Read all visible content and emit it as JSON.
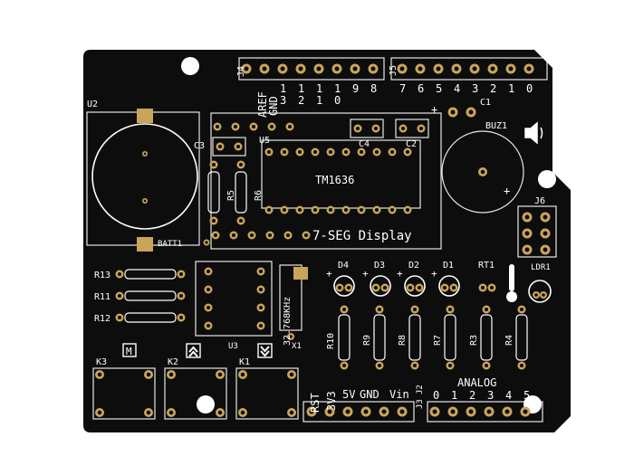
{
  "colors": {
    "board": "#0d0d0d",
    "silk": "#ffffff",
    "pad": "#c9a55a",
    "pad_hole": "#0d0d0d"
  },
  "icons": {
    "buzzer": "speaker-icon",
    "thermometer": "thermometer-icon",
    "mode_button": "square-m-icon",
    "up_button": "double-chevron-up-icon",
    "down_button": "double-chevron-down-icon"
  },
  "labels": {
    "j4": "J4",
    "aref": "AREF",
    "gnd": "GND",
    "d13": "1\n3",
    "d12": "1\n2",
    "d11": "1\n1",
    "d10": "1\n0",
    "d9": "9",
    "d8": "8",
    "j5": "J5",
    "d7": "7",
    "d6": "6",
    "d5": "5",
    "d4": "4",
    "d3": "3",
    "d2": "2",
    "d1": "1",
    "d0": "0",
    "u2": "U2",
    "c3": "C3",
    "u5": "U5",
    "c4": "C4",
    "c2": "C2",
    "c1": "C1",
    "buz1": "BUZ1",
    "tm1636": "TM1636",
    "r5": "R5",
    "r6": "R6",
    "j6": "J6",
    "batt1": "BATT1",
    "seg_display": "7-SEG Display",
    "ldr1": "LDR1",
    "r13": "R13",
    "r11": "R11",
    "r12": "R12",
    "d4_led": "D4",
    "d3_led": "D3",
    "d2_led": "D2",
    "d1_led": "D1",
    "rt1": "RT1",
    "crystal": "32.768KHz",
    "x1": "X1",
    "u3": "U3",
    "r10": "R10",
    "r9": "R9",
    "r8": "R8",
    "r7": "R7",
    "r3": "R3",
    "r4": "R4",
    "k3": "K3",
    "k2": "K2",
    "k1": "K1",
    "m": "M",
    "rst": "RST",
    "v3": "3V3",
    "v5": "5V",
    "gnd2": "GND",
    "vin": "Vin",
    "j2": "J2",
    "j3": "J3",
    "analog": "ANALOG",
    "a0": "0",
    "a1": "1",
    "a2": "2",
    "a3": "3",
    "a4": "4",
    "a5": "5",
    "plus": "+"
  }
}
